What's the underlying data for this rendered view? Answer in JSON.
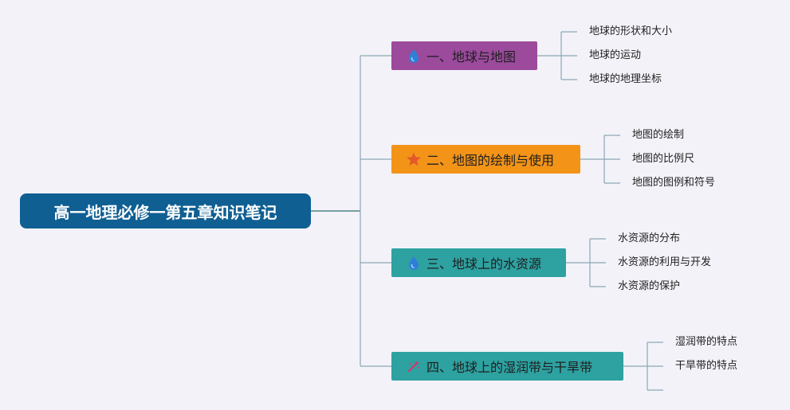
{
  "colors": {
    "background": "#f3f2f9",
    "root": "#0f5f93",
    "line": "#8aa9b4",
    "root_line": "#4f8383",
    "branch1": "#9b4a9c",
    "branch2": "#f39418",
    "branch3": "#2ea1a1",
    "branch4": "#2ea1a1"
  },
  "root": {
    "label": "高一地理必修一第五章知识笔记"
  },
  "branches": [
    {
      "label": "一、地球与地图",
      "icon": "water-drop-icon",
      "children": [
        "地球的形状和大小",
        "地球的运动",
        "地球的地理坐标"
      ]
    },
    {
      "label": "二、地图的绘制与使用",
      "icon": "star-icon",
      "children": [
        "地图的绘制",
        "地图的比例尺",
        "地图的图例和符号"
      ]
    },
    {
      "label": "三、地球上的水资源",
      "icon": "water-drop-icon",
      "children": [
        "水资源的分布",
        "水资源的利用与开发",
        "水资源的保护"
      ]
    },
    {
      "label": "四、地球上的湿润带与干旱带",
      "icon": "magic-wand-icon",
      "children": [
        "湿润带的特点",
        "干旱带的特点",
        ""
      ]
    }
  ]
}
